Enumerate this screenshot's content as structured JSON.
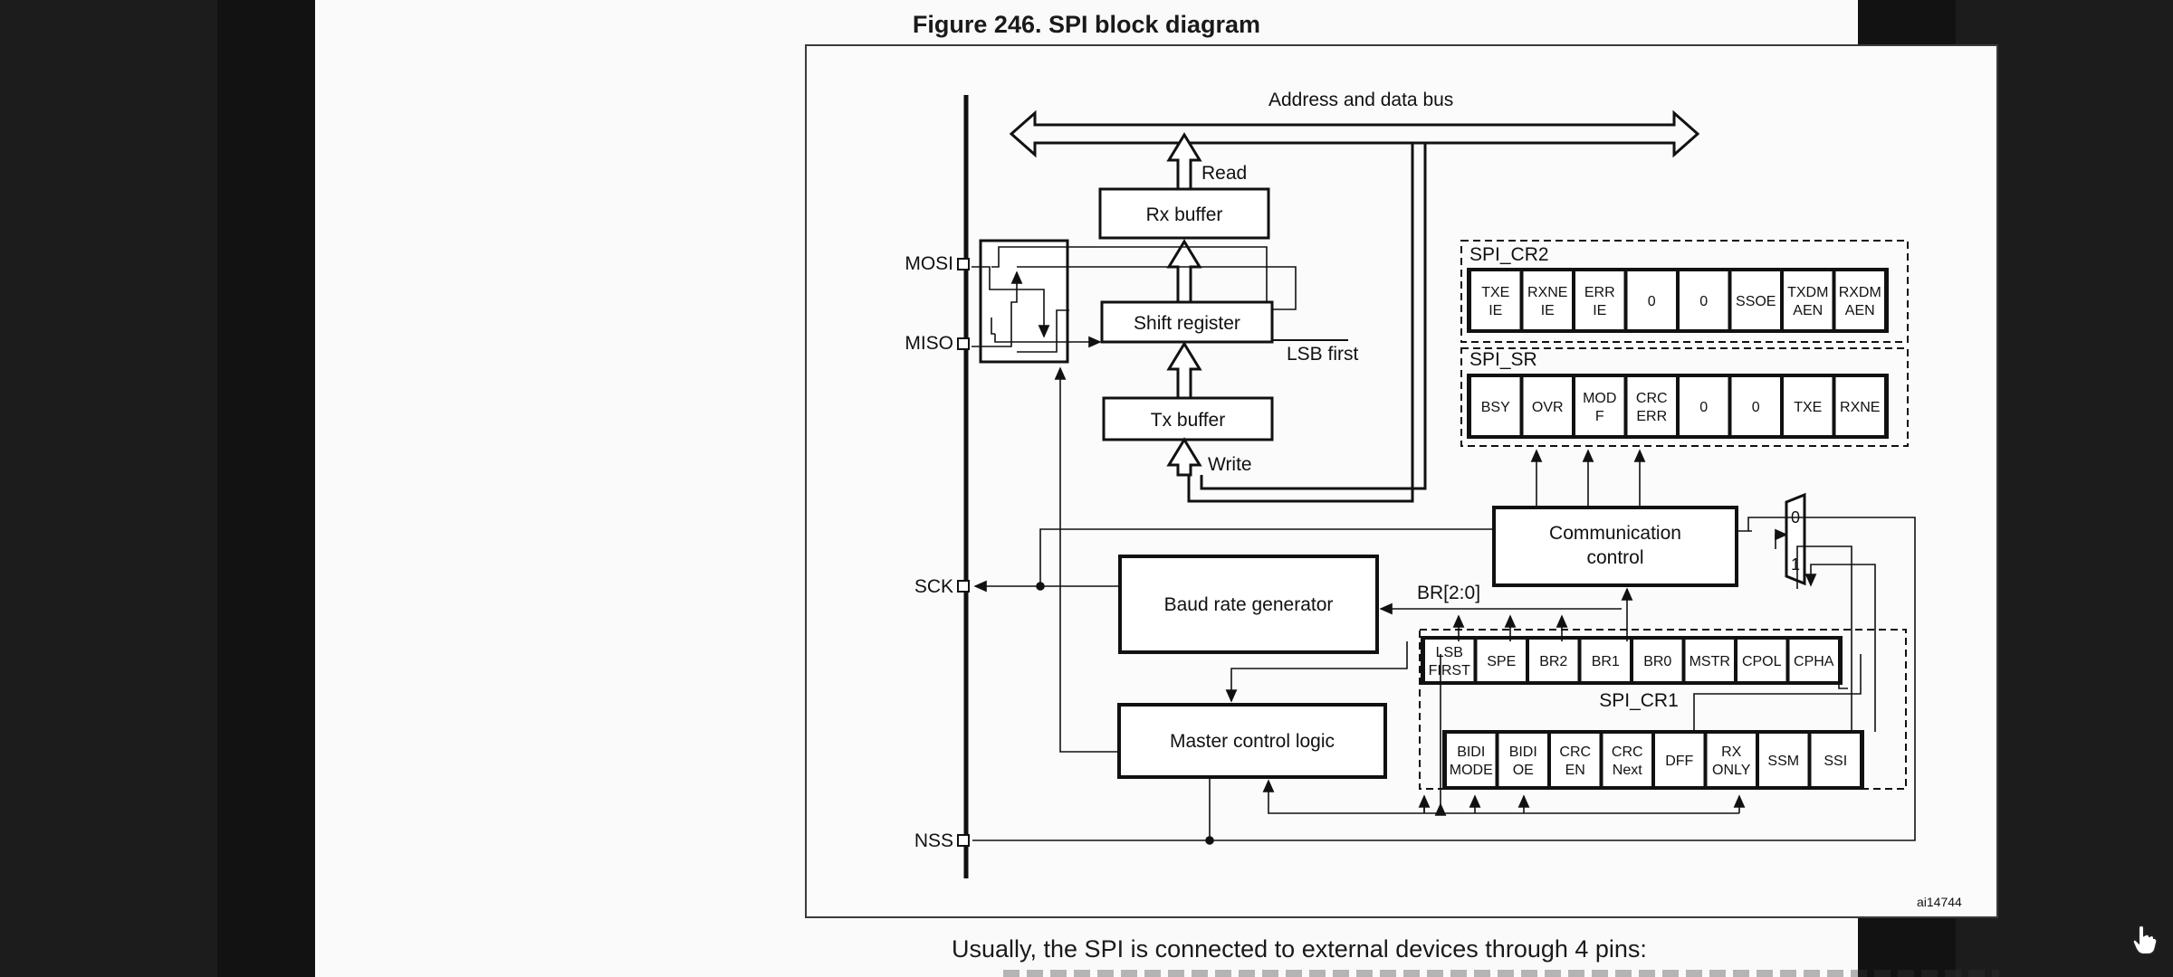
{
  "figure_title": "Figure 246. SPI block diagram",
  "diagram": {
    "bus_label": "Address and data bus",
    "read_label": "Read",
    "write_label": "Write",
    "lsb_first_label": "LSB first",
    "rx_buffer": "Rx buffer",
    "shift_register": "Shift register",
    "tx_buffer": "Tx buffer",
    "pins": {
      "mosi": "MOSI",
      "miso": "MISO",
      "sck": "SCK",
      "nss": "NSS"
    },
    "baud_rate_generator": "Baud rate generator",
    "br_label": "BR[2:0]",
    "communication_control": [
      "Communication",
      "control"
    ],
    "master_control_logic": "Master control logic",
    "mux_inputs": [
      "0",
      "1"
    ],
    "spi_cr2": {
      "name": "SPI_CR2",
      "fields": [
        [
          "TXE",
          "IE"
        ],
        [
          "RXNE",
          "IE"
        ],
        [
          "ERR",
          "IE"
        ],
        [
          "0"
        ],
        [
          "0"
        ],
        [
          "SSOE"
        ],
        [
          "TXDM",
          "AEN"
        ],
        [
          "RXDM",
          "AEN"
        ]
      ]
    },
    "spi_sr": {
      "name": "SPI_SR",
      "fields": [
        [
          "BSY"
        ],
        [
          "OVR"
        ],
        [
          "MOD",
          "F"
        ],
        [
          "CRC",
          "ERR"
        ],
        [
          "0"
        ],
        [
          "0"
        ],
        [
          "TXE"
        ],
        [
          "RXNE"
        ]
      ]
    },
    "spi_cr1": {
      "name": "SPI_CR1",
      "upper_fields": [
        [
          "LSB",
          "FIRST"
        ],
        [
          "SPE"
        ],
        [
          "BR2"
        ],
        [
          "BR1"
        ],
        [
          "BR0"
        ],
        [
          "MSTR"
        ],
        [
          "CPOL"
        ],
        [
          "CPHA"
        ]
      ],
      "lower_fields": [
        [
          "BIDI",
          "MODE"
        ],
        [
          "BIDI",
          "OE"
        ],
        [
          "CRC",
          "EN"
        ],
        [
          "CRC",
          "Next"
        ],
        [
          "DFF"
        ],
        [
          "RX",
          "ONLY"
        ],
        [
          "SSM"
        ],
        [
          "SSI"
        ]
      ]
    },
    "figure_id": "ai14744"
  },
  "caption": "Usually, the SPI is connected to external devices through 4 pins:"
}
